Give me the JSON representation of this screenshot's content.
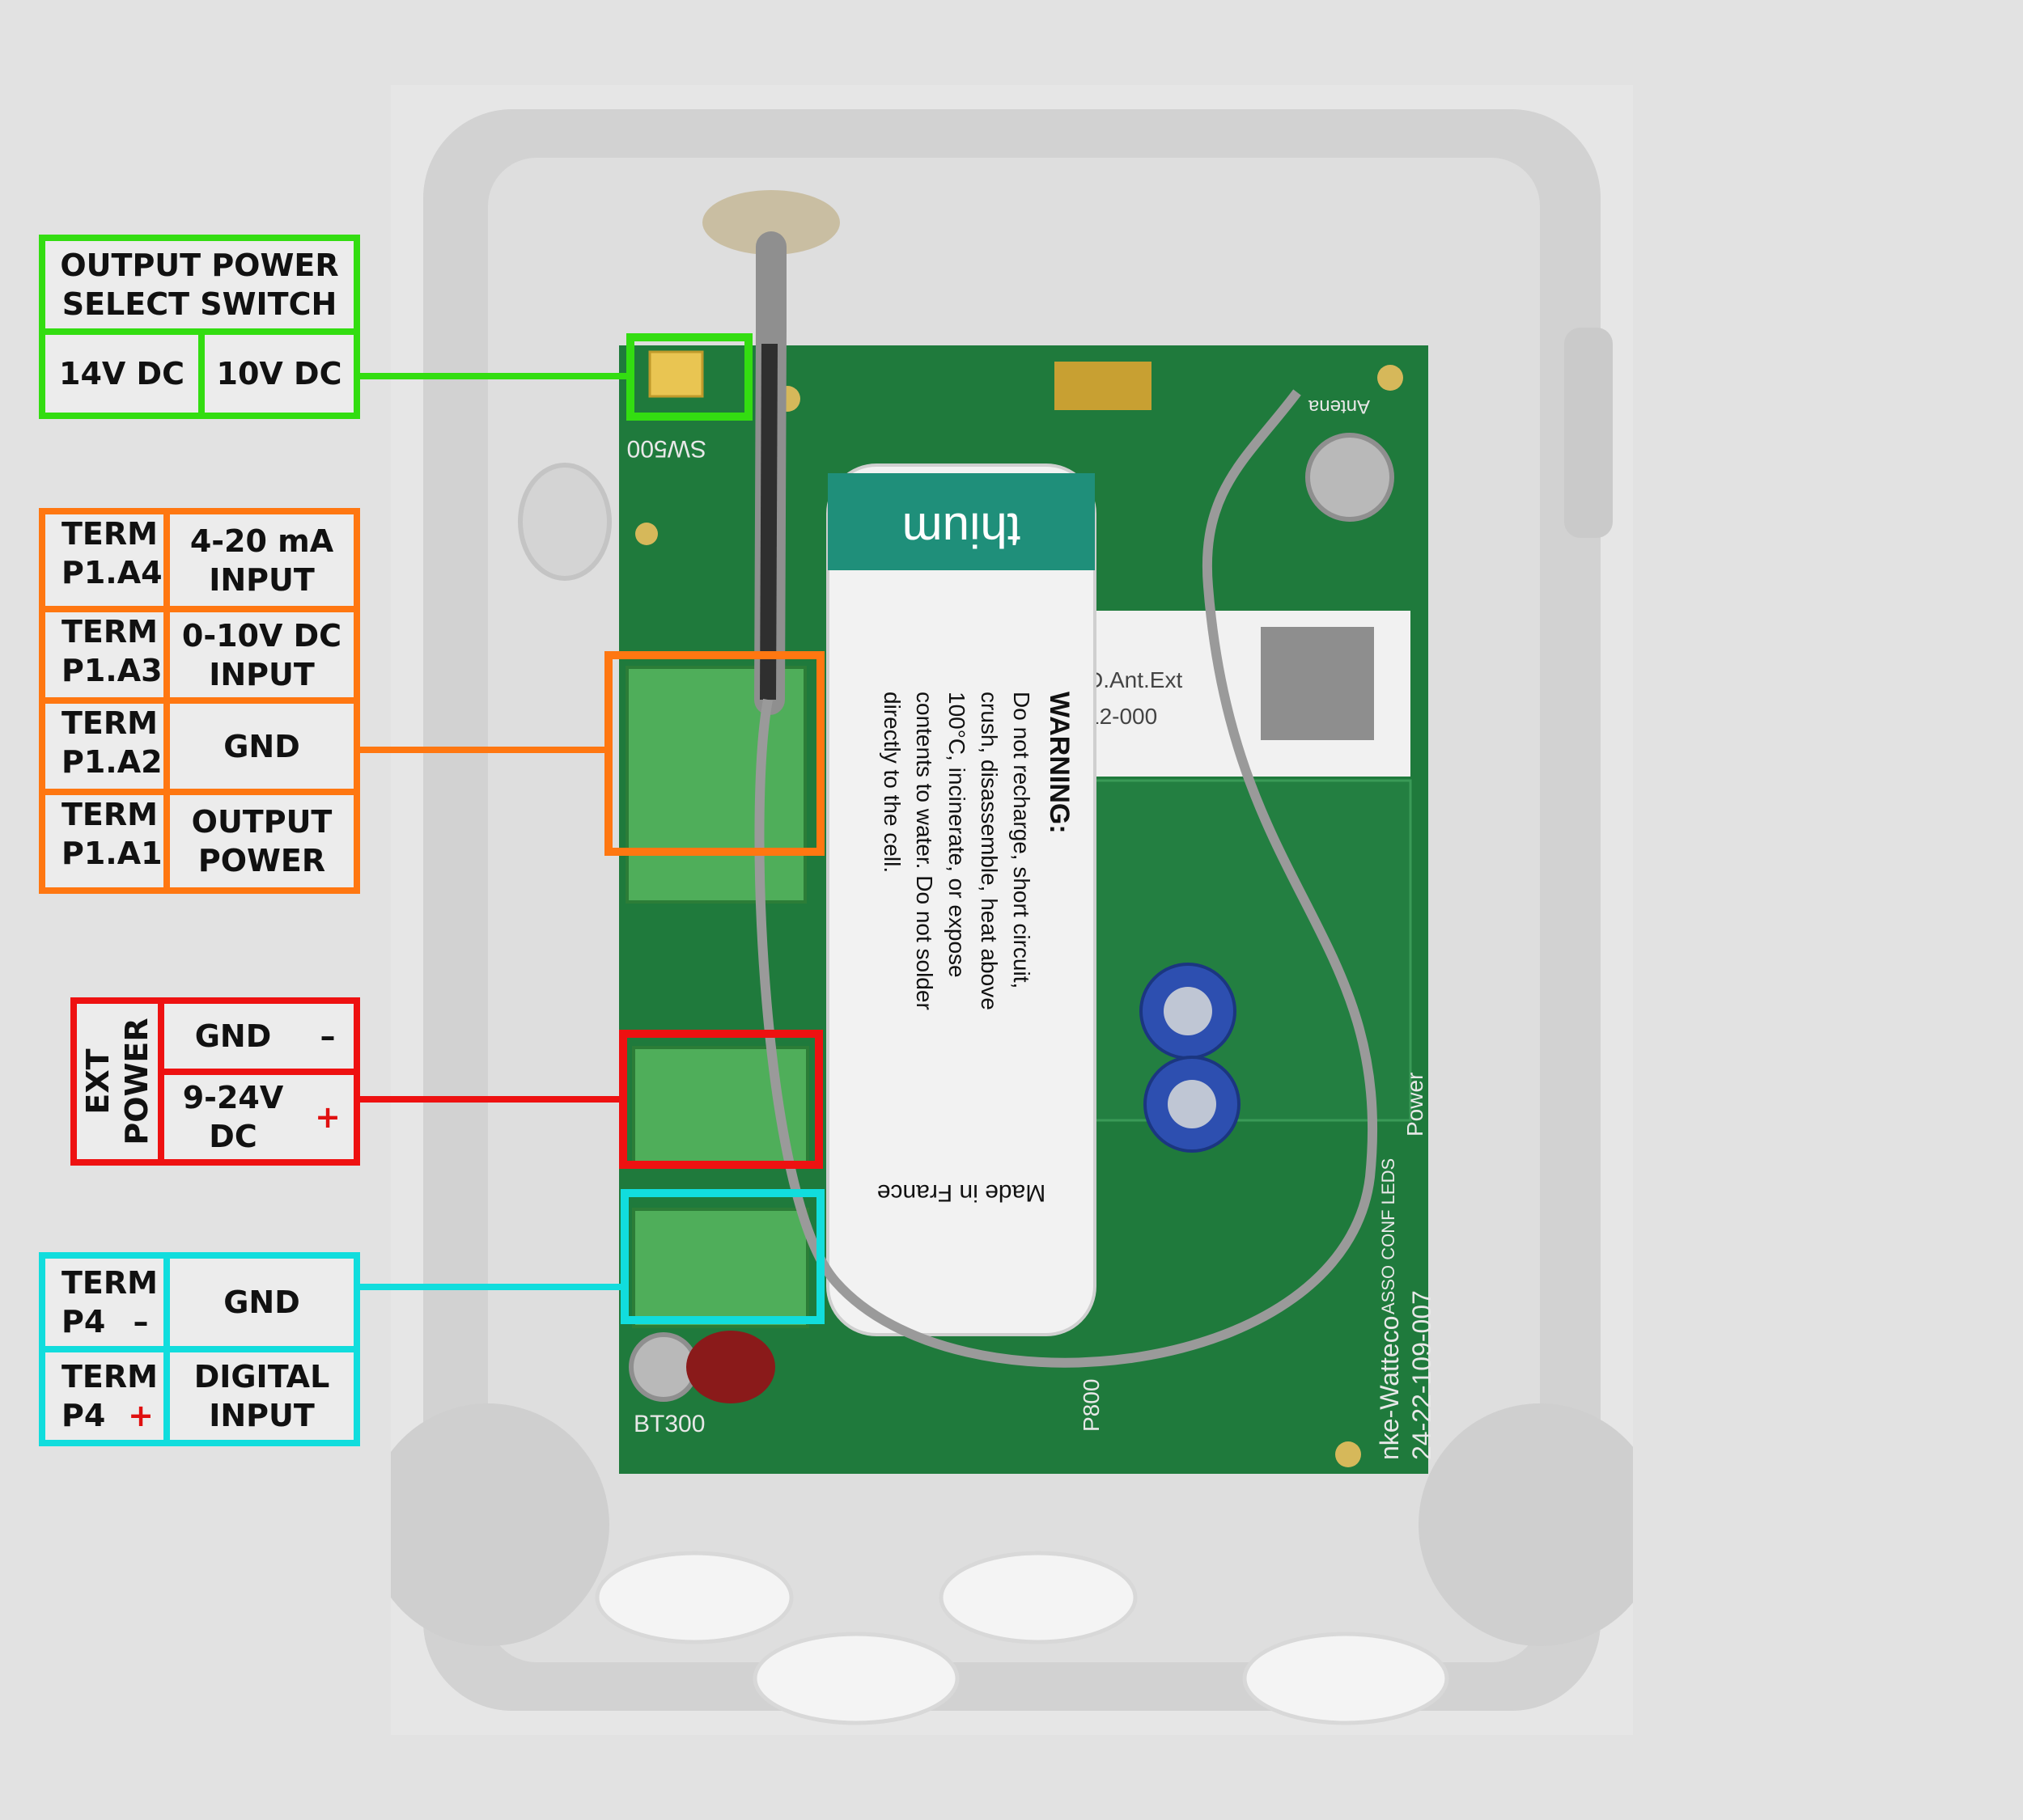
{
  "colors": {
    "green": "#33dd11",
    "orange": "#ff7711",
    "red": "#ee1111",
    "cyan": "#11dddd"
  },
  "switch_box": {
    "title_line1": "OUTPUT POWER",
    "title_line2": "SELECT SWITCH",
    "option_a": "14V DC",
    "option_b": "10V DC"
  },
  "terminal_p1": {
    "rows": [
      {
        "term": "TERM",
        "pin": "P1.A4",
        "func1": "4-20 mA",
        "func2": "INPUT"
      },
      {
        "term": "TERM",
        "pin": "P1.A3",
        "func1": "0-10V DC",
        "func2": "INPUT"
      },
      {
        "term": "TERM",
        "pin": "P1.A2",
        "func1": "GND",
        "func2": ""
      },
      {
        "term": "TERM",
        "pin": "P1.A1",
        "func1": "OUTPUT",
        "func2": "POWER"
      }
    ]
  },
  "ext_power": {
    "side_line1": "EXT",
    "side_line2": "POWER",
    "gnd": "GND",
    "minus": "–",
    "vin_line1": "9-24V",
    "vin_line2": "DC",
    "plus": "+"
  },
  "terminal_p4": {
    "row1_term": "TERM",
    "row1_pin": "P4",
    "row1_sign": "–",
    "row1_func": "GND",
    "row2_term": "TERM",
    "row2_pin": "P4",
    "row2_sign": "+",
    "row2_func1": "DIGITAL",
    "row2_func2": "INPUT"
  },
  "photo": {
    "battery_brand": "thium",
    "battery_warning_title": "WARNING:",
    "battery_warning_lines": [
      "Do not recharge, short circuit,",
      "crush, disassemble, heat above",
      "100°C, incinerate, or expose",
      "contents to water. Do not solder",
      "directly to the cell."
    ],
    "battery_origin": "Made in France",
    "label_line1": "D.Ant.Ext",
    "label_line2": "12-000",
    "pcb_ref1": "nke-Watteco",
    "pcb_ref2": "24-22-109-007",
    "pcb_bt": "BT300",
    "pcb_p800": "P800",
    "pcb_sw": "SW500",
    "pcb_antenna": "Antena",
    "pcb_power": "Power",
    "pcb_leds": "ASSO CONF LEDS"
  }
}
